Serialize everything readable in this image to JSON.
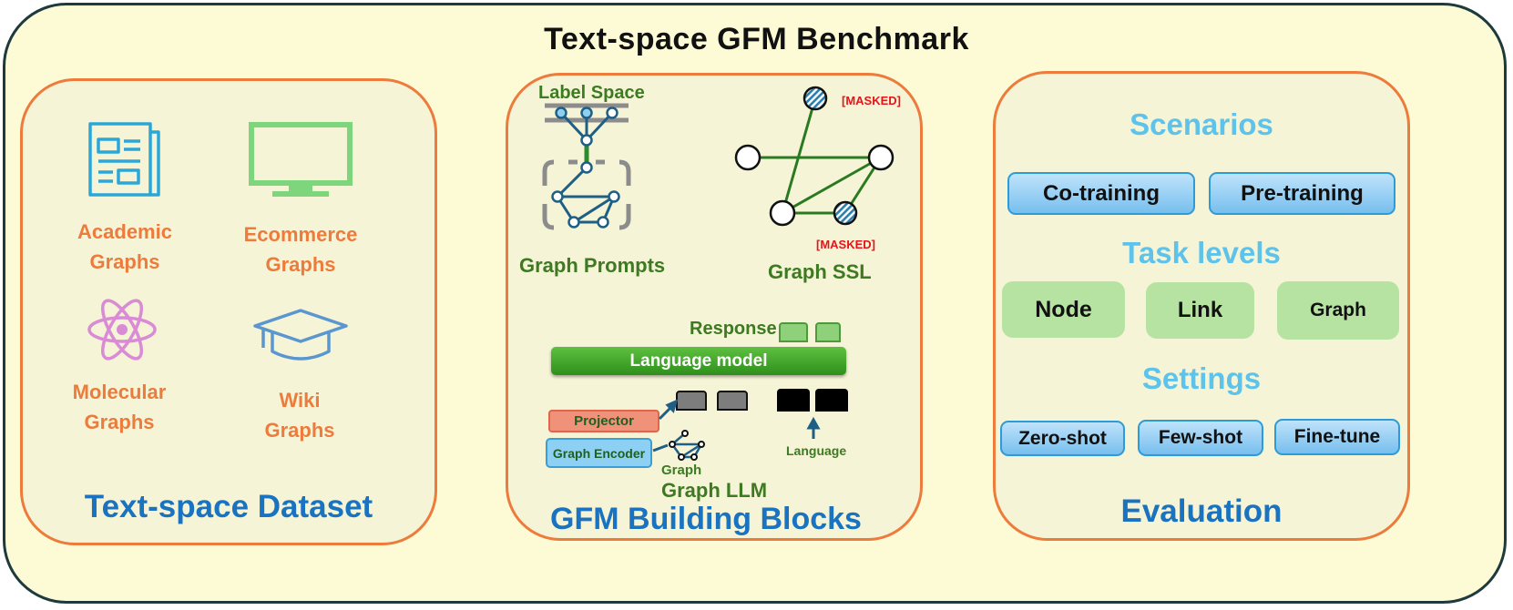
{
  "title": "Text-space GFM Benchmark",
  "dataset": {
    "title": "Text-space Dataset",
    "items": [
      {
        "line1": "Academic",
        "line2": "Graphs",
        "icon": "newspaper-icon",
        "color": "#2aa6d9"
      },
      {
        "line1": "Ecommerce",
        "line2": "Graphs",
        "icon": "monitor-icon",
        "color": "#7ed67c"
      },
      {
        "line1": "Molecular",
        "line2": "Graphs",
        "icon": "atom-icon",
        "color": "#d98bd6"
      },
      {
        "line1": "Wiki",
        "line2": "Graphs",
        "icon": "graduation-cap-icon",
        "color": "#5a96cf"
      }
    ]
  },
  "blocks": {
    "title": "GFM Building Blocks",
    "label_space": "Label Space",
    "graph_prompts": "Graph Prompts",
    "graph_ssl": "Graph SSL",
    "masked": "[MASKED]",
    "response": "Response",
    "language_model": "Language model",
    "projector": "Projector",
    "graph_encoder": "Graph Encoder",
    "graph": "Graph",
    "language": "Language",
    "graph_llm": "Graph LLM"
  },
  "evaluation": {
    "title": "Evaluation",
    "scenarios_head": "Scenarios",
    "scenarios": [
      "Co-training",
      "Pre-training"
    ],
    "task_head": "Task levels",
    "tasks": [
      "Node",
      "Link",
      "Graph"
    ],
    "settings_head": "Settings",
    "settings": [
      "Zero-shot",
      "Few-shot",
      "Fine-tune"
    ]
  },
  "colors": {
    "accent_orange": "#ec7b3c",
    "title_blue": "#1a73c1",
    "green_text": "#3d7a22",
    "cyan_head": "#5ec3ea",
    "background": "#fdfbd6"
  }
}
